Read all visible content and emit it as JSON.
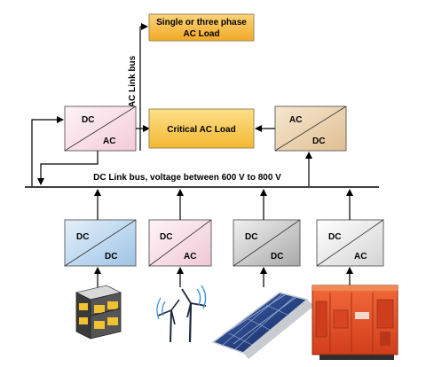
{
  "ac_load": {
    "line1": "Single or three phase",
    "line2": "AC Load"
  },
  "ac_link_label": "AC Link bus",
  "critical_load_label": "Critical AC Load",
  "dc_link_label": "DC Link bus, voltage between 600 V to 800 V",
  "inverter_main": {
    "top": "DC",
    "bottom": "AC"
  },
  "rectifier_right": {
    "top": "AC",
    "bottom": "DC"
  },
  "converters": [
    {
      "top": "DC",
      "bottom": "DC",
      "color": "#c6def2"
    },
    {
      "top": "DC",
      "bottom": "AC",
      "color": "#f7dde6"
    },
    {
      "top": "DC",
      "bottom": "DC",
      "color": "#cfcfcf"
    },
    {
      "top": "DC",
      "bottom": "AC",
      "color": "#e9e9e9"
    }
  ],
  "colors": {
    "ac_load": "#f6b93b",
    "critical_load": "#f7c64e",
    "inverter_main": "#f8dfe8",
    "rectifier_right": "#ecd5b3",
    "generator": "#e8502a"
  },
  "sources": [
    "battery-icon",
    "wind-turbine-icon",
    "solar-panel-icon",
    "generator-icon"
  ]
}
